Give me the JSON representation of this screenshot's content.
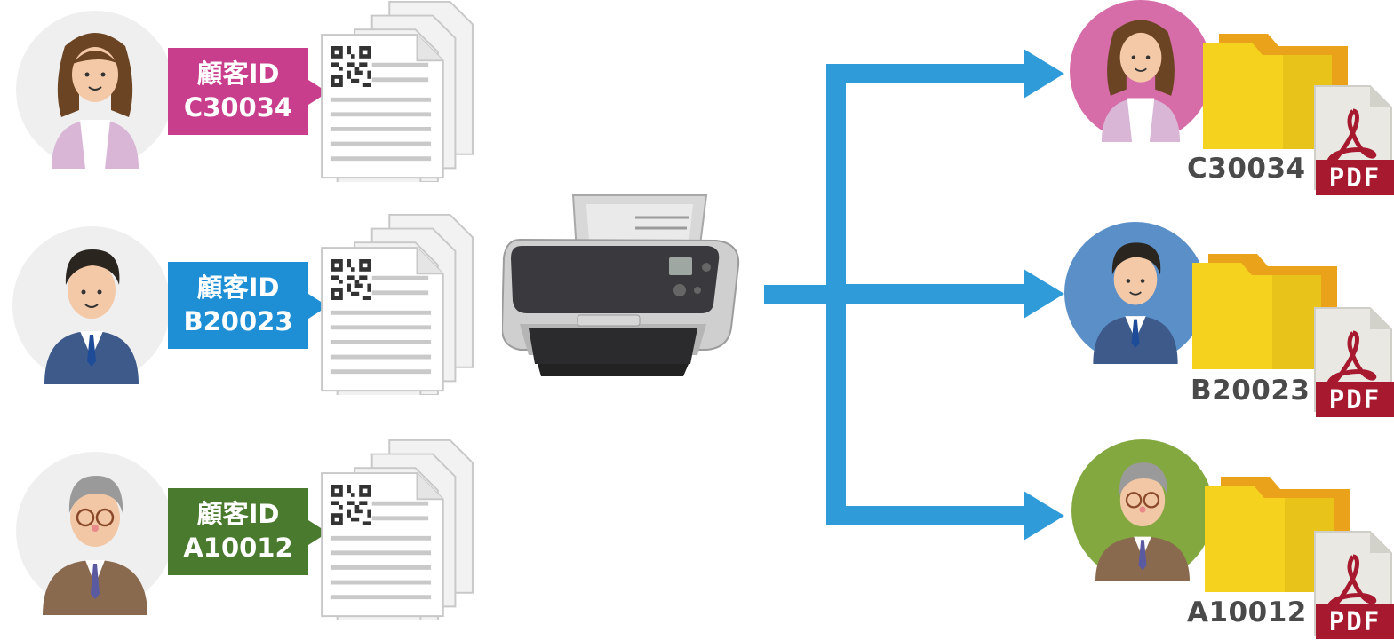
{
  "customers": [
    {
      "key": "c30034",
      "label_line1": "顧客ID",
      "label_line2": "C30034",
      "color": "#c83d8c"
    },
    {
      "key": "b20023",
      "label_line1": "顧客ID",
      "label_line2": "B20023",
      "color": "#1e8fd4"
    },
    {
      "key": "a10012",
      "label_line1": "顧客ID",
      "label_line2": "A10012",
      "color": "#4a7a2e"
    }
  ],
  "outputs": [
    {
      "key": "c30034",
      "id": "C30034",
      "file_tag": "PDF",
      "avatar_bg": "#d66ca8"
    },
    {
      "key": "b20023",
      "id": "B20023",
      "file_tag": "PDF",
      "avatar_bg": "#5b8fc8"
    },
    {
      "key": "a10012",
      "id": "A10012",
      "file_tag": "PDF",
      "avatar_bg": "#83a840"
    }
  ],
  "colors": {
    "arrow": "#2f9bd8",
    "folder": "#f5d21e",
    "folder_back": "#e9a21a",
    "pdf": "#a6192e"
  },
  "icons": [
    "woman-avatar-icon",
    "man-avatar-icon",
    "senior-man-avatar-icon",
    "document-stack-icon",
    "qr-code-icon",
    "scanner-icon",
    "folder-icon",
    "pdf-file-icon"
  ]
}
